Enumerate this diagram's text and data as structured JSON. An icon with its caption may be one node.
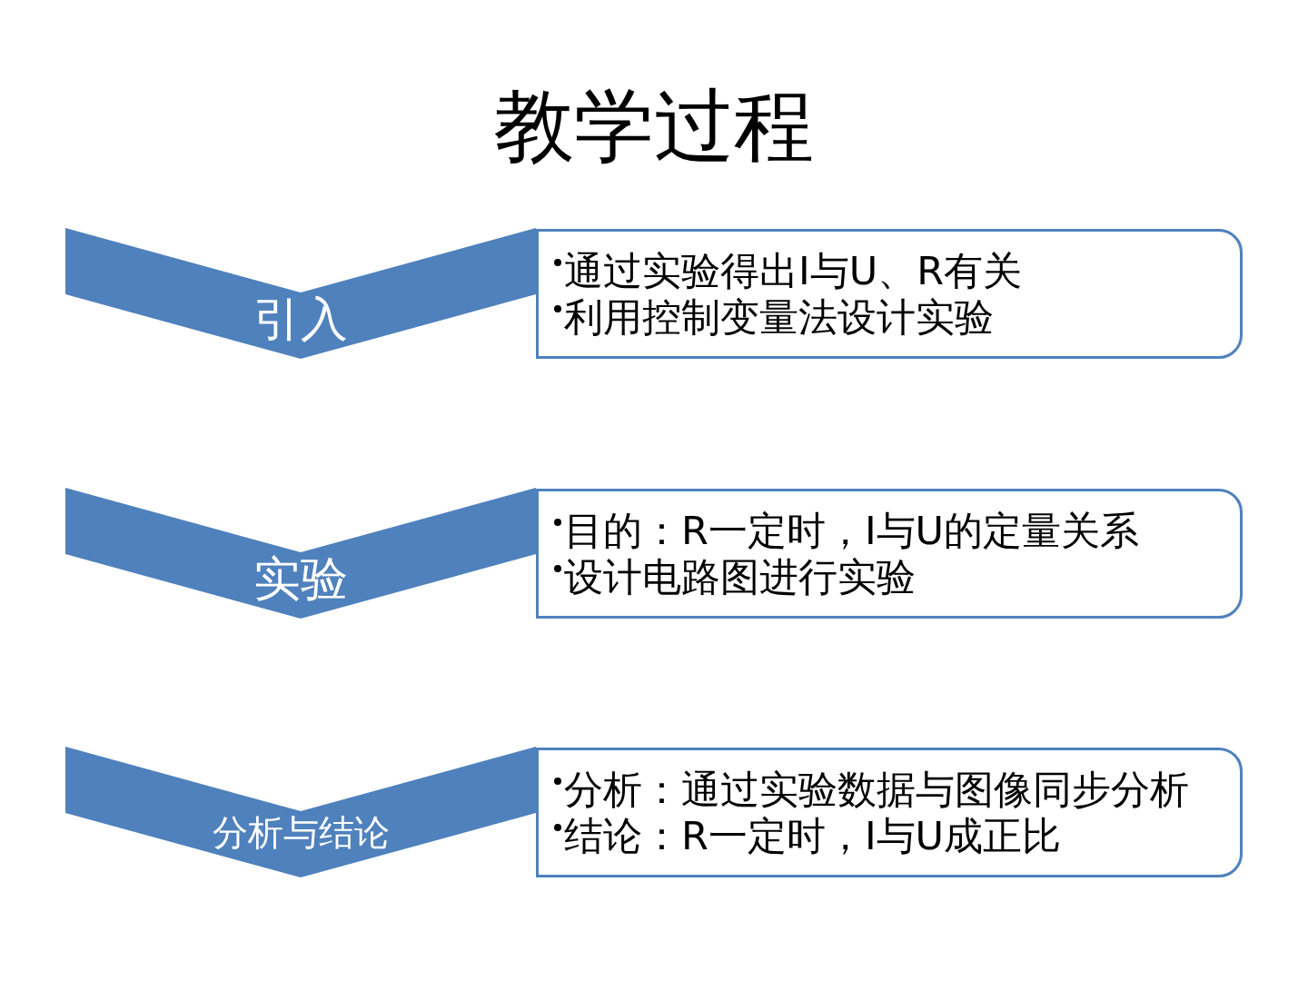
{
  "diagram": {
    "title": "教学过程",
    "nodes": [
      {
        "text": [
          "引入"
        ]
      },
      {
        "text": [
          "通过实验得出I与U、R有关",
          "利用控制变量法设计实验"
        ]
      },
      {
        "text": [
          "实验"
        ]
      },
      {
        "text": [
          "目的：R一定时，I与U的定量关系",
          "设计电路图进行实验"
        ]
      },
      {
        "text": [
          "分析与结论"
        ]
      },
      {
        "text": [
          "分析：通过实验数据与图像同步分析",
          "结论：R一定时，I与U成正比"
        ]
      }
    ]
  }
}
